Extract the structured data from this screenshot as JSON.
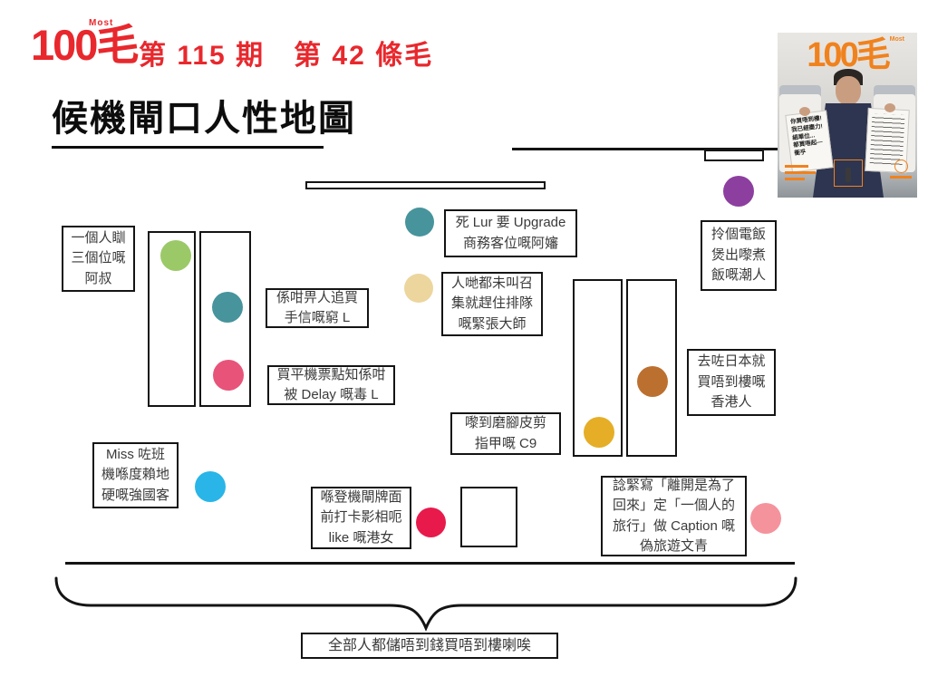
{
  "header": {
    "logo_text": "100毛",
    "logo_superscript": "Most",
    "issue_info": "第 115 期　第 42 條毛",
    "brand_red": "#e8282d"
  },
  "title": {
    "text": "候機閘口人性地圖"
  },
  "map": {
    "labels": {
      "uncle": {
        "lines": [
          "一個人瞓",
          "三個位嘅",
          "阿叔"
        ]
      },
      "souvenir": {
        "lines": [
          "係咁畀人追買",
          "手信嘅窮 L"
        ]
      },
      "delay": {
        "lines": [
          "買平機票點知係咁",
          "被 Delay 嘅毒 L"
        ]
      },
      "upgrade": {
        "lines": [
          "死 Lur 要 Upgrade",
          "商務客位嘅阿嬸"
        ]
      },
      "nervous": {
        "lines": [
          "人哋都未叫召",
          "集就趕住排隊",
          "嘅緊張大師"
        ]
      },
      "rice_cooker": {
        "lines": [
          "拎個電飯",
          "煲出嚟煮",
          "飯嘅潮人"
        ]
      },
      "japan": {
        "lines": [
          "去咗日本就",
          "買唔到樓嘅",
          "香港人"
        ]
      },
      "pedicure": {
        "lines": [
          "嚟到磨腳皮剪",
          "指甲嘅 C9"
        ]
      },
      "mainland": {
        "lines": [
          "Miss 咗班",
          "機喺度賴地",
          "硬嘅強國客"
        ]
      },
      "selfie": {
        "lines": [
          "喺登機閘牌面",
          "前打卡影相呃",
          "like 嘅港女"
        ]
      },
      "hipster": {
        "lines": [
          "諗緊寫「離開是為了",
          "回來」定「一個人的",
          "旅行」做 Caption 嘅",
          "偽旅遊文青"
        ]
      }
    },
    "people_colors": {
      "green": "#9cc968",
      "teal_top": "#47949c",
      "teal_seat": "#47949c",
      "tan": "#ecd69e",
      "purple": "#8d3f9f",
      "raspberry": "#e85479",
      "brown": "#bc7030",
      "gold": "#e5ae26",
      "blue": "#29b5e8",
      "red": "#e81a4b",
      "pink": "#f5939d"
    }
  },
  "footer": {
    "summary": "全部人都儲唔到錢買唔到樓喇唉"
  },
  "magazine": {
    "logo": "100毛",
    "superscript": "Most",
    "paper_left_lines": [
      "你買唔到樓!",
      "我已經盡力!",
      "細單位...",
      "都買唔起—",
      "衝乎"
    ]
  }
}
